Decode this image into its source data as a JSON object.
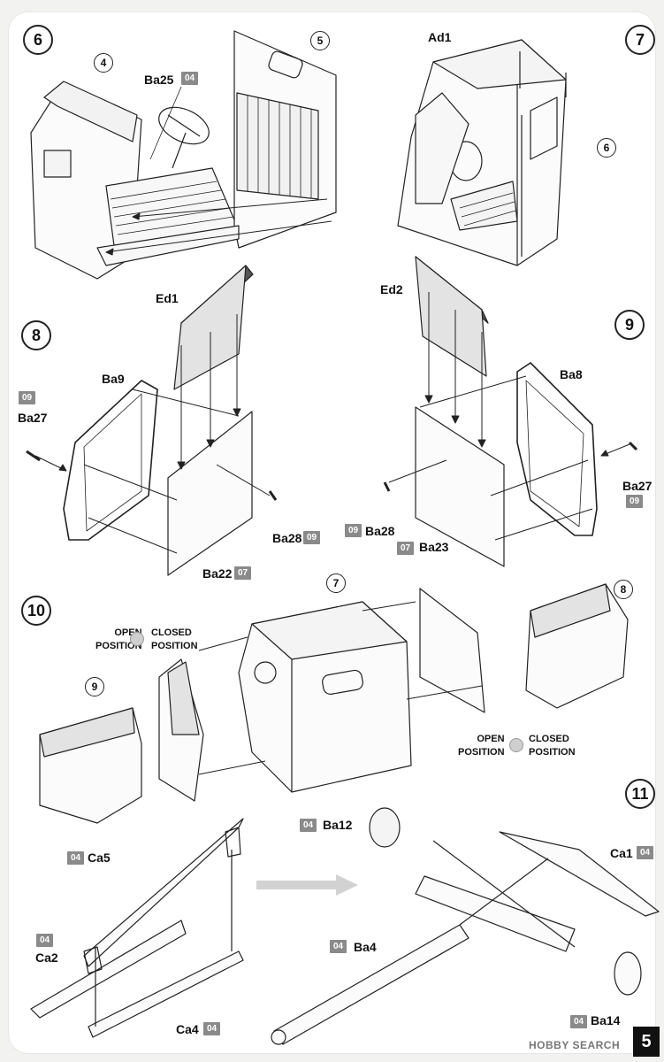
{
  "steps": [
    "6",
    "7",
    "8",
    "9",
    "10",
    "11"
  ],
  "callouts": {
    "s6_part4": "4",
    "s6_part5": "5",
    "s7_part6": "6",
    "s10_part7": "7",
    "s10_part8": "8",
    "s10_part9": "9"
  },
  "parts": {
    "ba25": "Ba25",
    "ad1": "Ad1",
    "ed1": "Ed1",
    "ed2": "Ed2",
    "ba9": "Ba9",
    "ba8": "Ba8",
    "ba27_left": "Ba27",
    "ba27_right": "Ba27",
    "ba22": "Ba22",
    "ba23": "Ba23",
    "ba28_left": "Ba28",
    "ba28_right": "Ba28",
    "ba12": "Ba12",
    "ca5": "Ca5",
    "ca1": "Ca1",
    "ca2": "Ca2",
    "ca4": "Ca4",
    "ba4": "Ba4",
    "ba14": "Ba14"
  },
  "color_codes": {
    "ba25": "04",
    "ba27_left": "09",
    "ba27_right": "09",
    "ba28_left": "09",
    "ba28_right": "09",
    "ba22": "07",
    "ba23": "07",
    "ba12": "04",
    "ca5": "04",
    "ca1": "04",
    "ca2": "04",
    "ca4": "04",
    "ba4": "04",
    "ba14": "04"
  },
  "positions": {
    "left_open": "OPEN\nPOSITION",
    "left_closed": "CLOSED\nPOSITION",
    "right_open": "OPEN\nPOSITION",
    "right_closed": "CLOSED\nPOSITION"
  },
  "footer": {
    "brand": "HOBBY SEARCH",
    "page_number": "5"
  },
  "colors": {
    "code_badge": "#8a8a8a",
    "line": "#222222",
    "glass": "#e3e3e3"
  }
}
